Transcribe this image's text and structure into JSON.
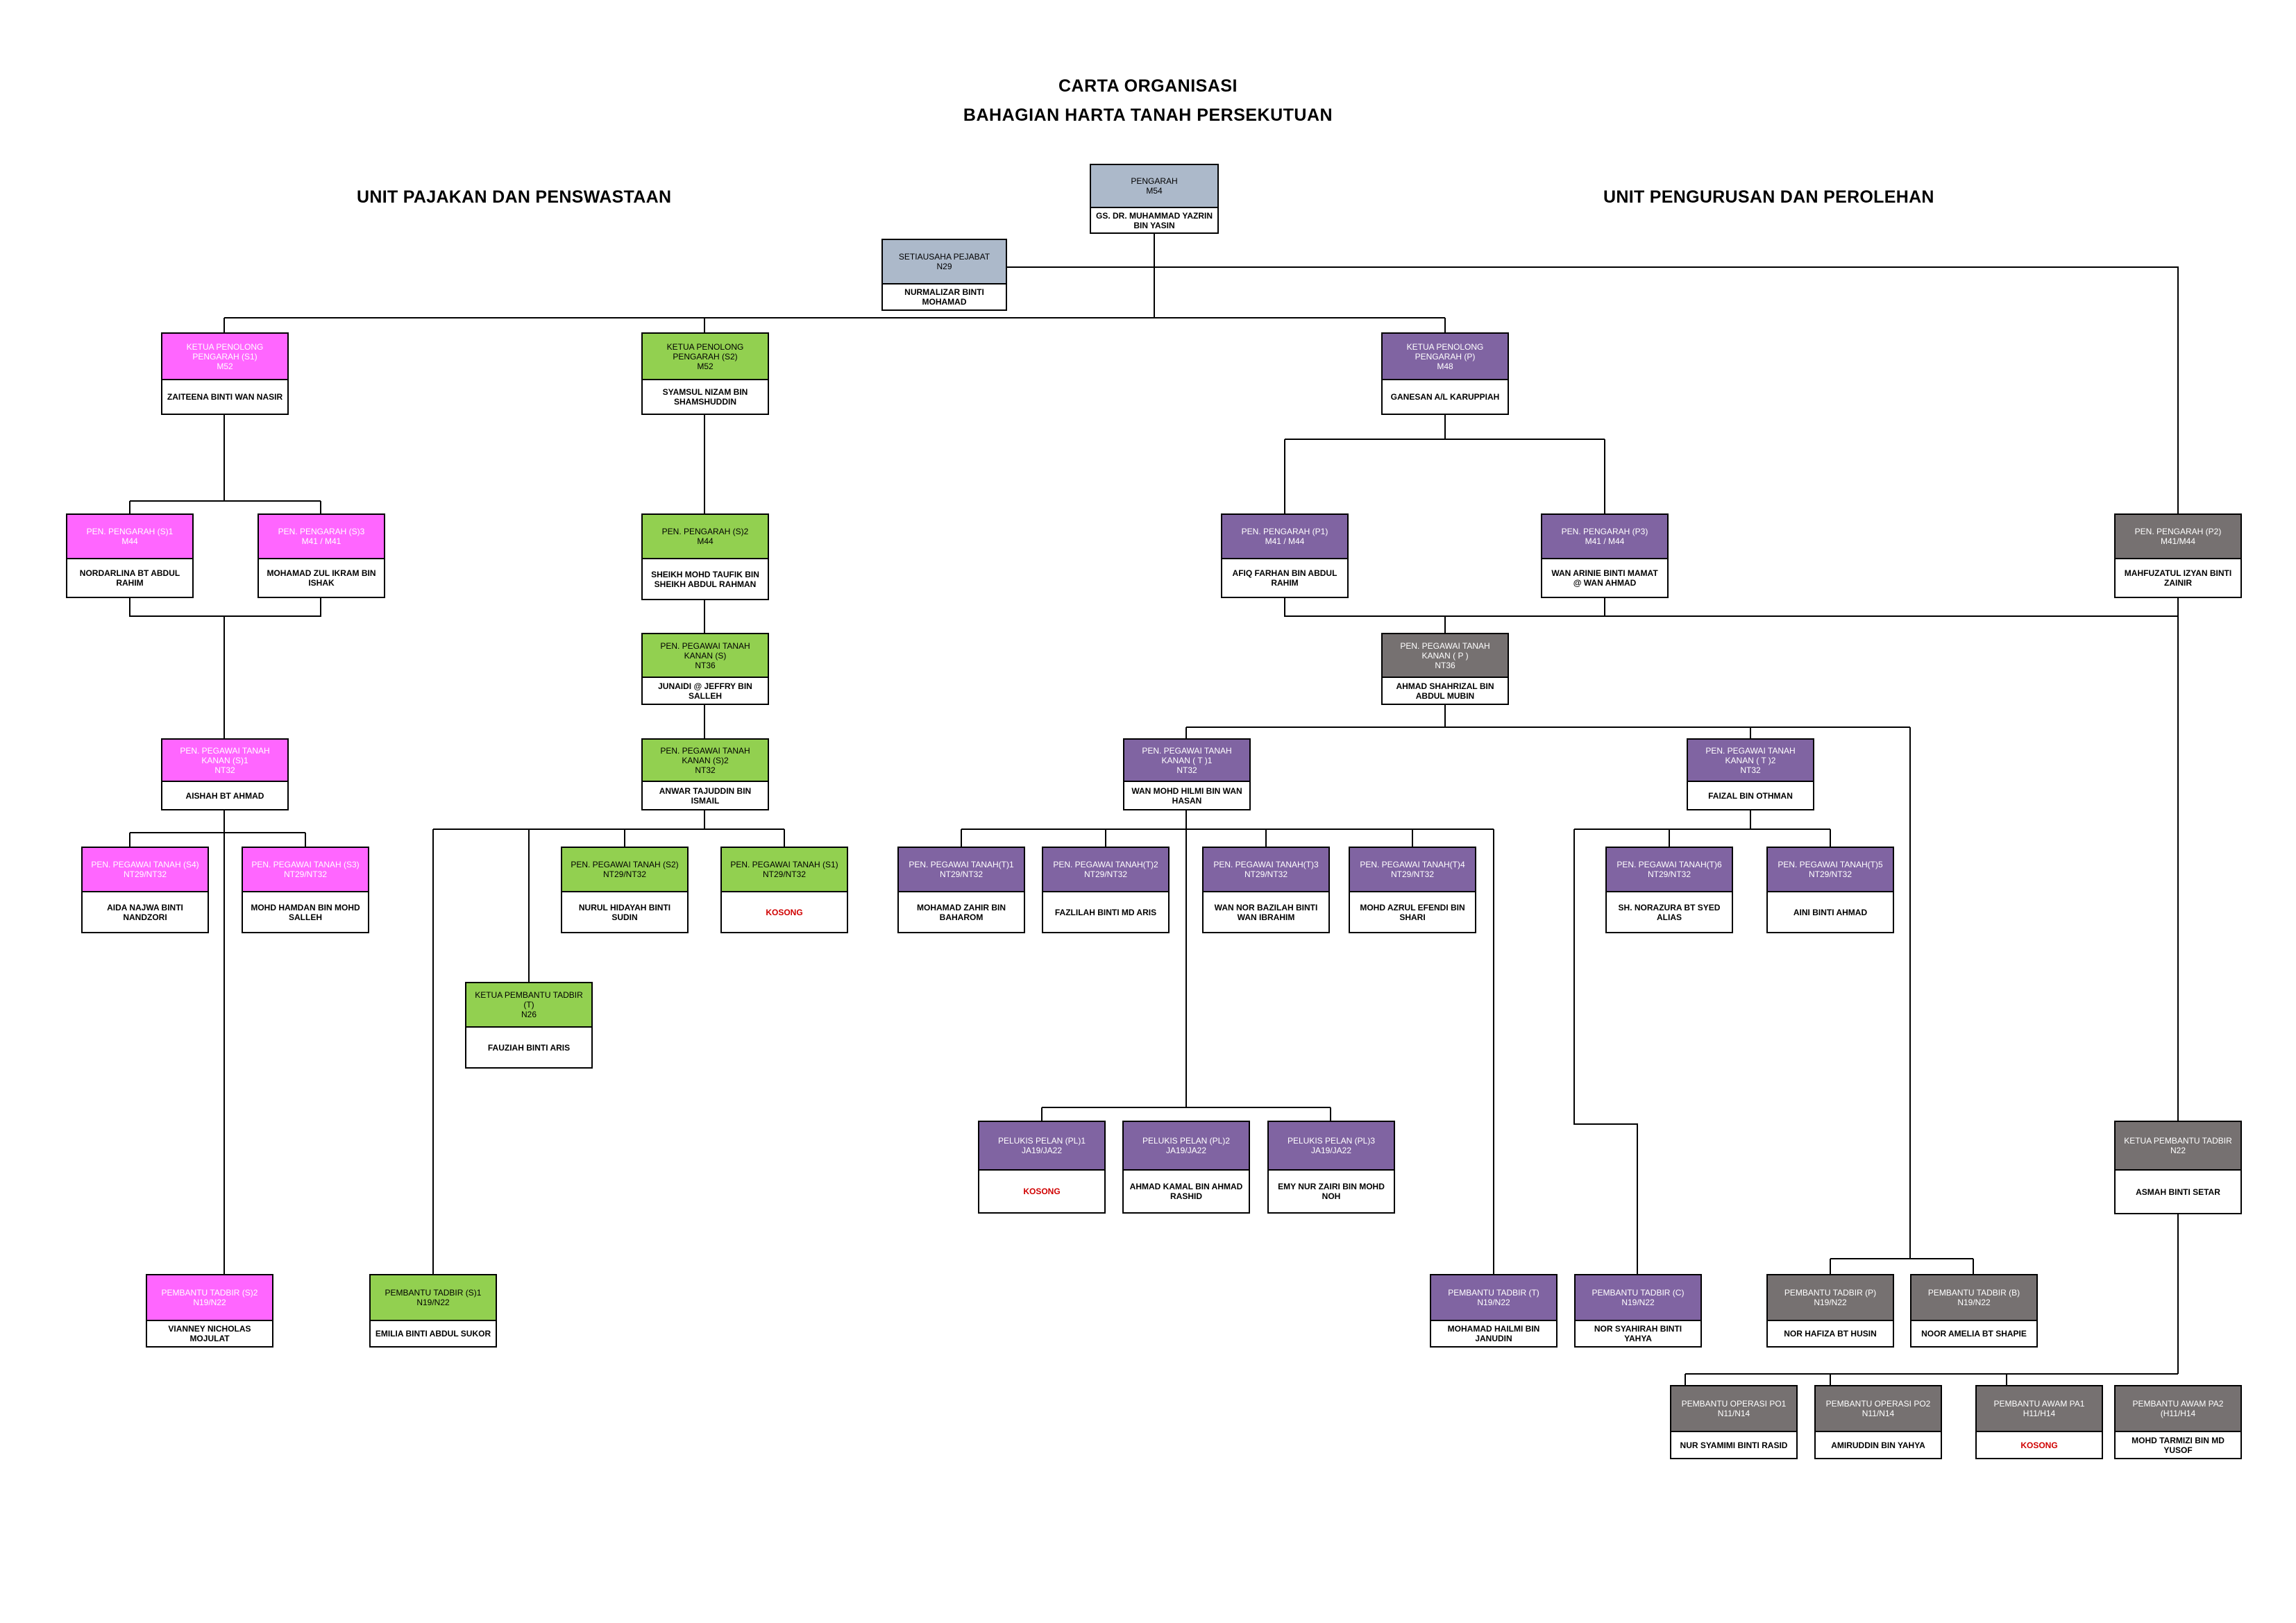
{
  "title": {
    "line1": "CARTA ORGANISASI",
    "line2": "BAHAGIAN HARTA TANAH PERSEKUTUAN"
  },
  "sections": {
    "left": "UNIT PAJAKAN DAN PENSWASTAAN",
    "right": "UNIT PENGURUSAN DAN PEROLEHAN"
  },
  "colors": {
    "pink": "#FF66FF",
    "green": "#92D050",
    "purple": "#8064A2",
    "grey": "#767171",
    "bluegrey": "#ACB9CA",
    "vacant_text": "#D00000"
  },
  "nodes": [
    {
      "id": "pengarah",
      "title": "PENGARAH",
      "grade": "M54",
      "name": "GS. DR. MUHAMMAD YAZRIN BIN YASIN",
      "color": "bluegrey"
    },
    {
      "id": "setiausaha",
      "title": "SETIAUSAHA PEJABAT",
      "grade": "N29",
      "name": "NURMALIZAR BINTI MOHAMAD",
      "color": "bluegrey"
    },
    {
      "id": "kpp_s1",
      "title": "KETUA PENOLONG PENGARAH (S1)",
      "grade": "M52",
      "name": "ZAITEENA BINTI WAN NASIR",
      "color": "pink"
    },
    {
      "id": "kpp_s2",
      "title": "KETUA PENOLONG PENGARAH (S2)",
      "grade": "M52",
      "name": "SYAMSUL NIZAM BIN SHAMSHUDDIN",
      "color": "green"
    },
    {
      "id": "kpp_p",
      "title": "KETUA PENOLONG PENGARAH (P)",
      "grade": "M48",
      "name": "GANESAN A/L KARUPPIAH",
      "color": "purple"
    },
    {
      "id": "pp_s1",
      "title": "PEN. PENGARAH (S)1",
      "grade": "M44",
      "name": "NORDARLINA BT ABDUL RAHIM",
      "color": "pink"
    },
    {
      "id": "pp_s3",
      "title": "PEN. PENGARAH (S)3",
      "grade": "M41 / M41",
      "name": "MOHAMAD ZUL IKRAM BIN ISHAK",
      "color": "pink"
    },
    {
      "id": "pp_s2",
      "title": "PEN. PENGARAH (S)2",
      "grade": "M44",
      "name": "SHEIKH MOHD TAUFIK BIN SHEIKH ABDUL RAHMAN",
      "color": "green"
    },
    {
      "id": "pp_p1",
      "title": "PEN. PENGARAH (P1)",
      "grade": "M41 / M44",
      "name": "AFIQ FARHAN BIN ABDUL RAHIM",
      "color": "purple"
    },
    {
      "id": "pp_p3",
      "title": "PEN. PENGARAH (P3)",
      "grade": "M41 / M44",
      "name": "WAN ARINIE BINTI MAMAT @ WAN AHMAD",
      "color": "purple"
    },
    {
      "id": "pp_p2",
      "title": "PEN. PENGARAH (P2)",
      "grade": "M41/M44",
      "name": "MAHFUZATUL IZYAN BINTI ZAINIR",
      "color": "grey"
    },
    {
      "id": "ptk_s",
      "title": "PEN. PEGAWAI TANAH KANAN (S)",
      "grade": "NT36",
      "name": "JUNAIDI @ JEFFRY BIN SALLEH",
      "color": "green"
    },
    {
      "id": "ptk_p",
      "title": "PEN. PEGAWAI TANAH KANAN ( P )",
      "grade": "NT36",
      "name": "AHMAD SHAHRIZAL BIN ABDUL MUBIN",
      "color": "grey"
    },
    {
      "id": "ptk_s1",
      "title": "PEN. PEGAWAI TANAH KANAN (S)1",
      "grade": "NT32",
      "name": "AISHAH BT AHMAD",
      "color": "pink"
    },
    {
      "id": "ptk_s2",
      "title": "PEN. PEGAWAI TANAH KANAN (S)2",
      "grade": "NT32",
      "name": "ANWAR TAJUDDIN BIN ISMAIL",
      "color": "green"
    },
    {
      "id": "ptk_t1",
      "title": "PEN. PEGAWAI TANAH KANAN ( T )1",
      "grade": "NT32",
      "name": "WAN MOHD HILMI BIN WAN HASAN",
      "color": "purple"
    },
    {
      "id": "ptk_t2",
      "title": "PEN. PEGAWAI TANAH KANAN ( T )2",
      "grade": "NT32",
      "name": "FAIZAL BIN OTHMAN",
      "color": "purple"
    },
    {
      "id": "pt_s4",
      "title": "PEN. PEGAWAI TANAH (S4)",
      "grade": "NT29/NT32",
      "name": "AIDA NAJWA BINTI NANDZORI",
      "color": "pink"
    },
    {
      "id": "pt_s3",
      "title": "PEN. PEGAWAI TANAH (S3)",
      "grade": "NT29/NT32",
      "name": "MOHD HAMDAN BIN MOHD SALLEH",
      "color": "pink"
    },
    {
      "id": "pt_s2",
      "title": "PEN. PEGAWAI TANAH (S2)",
      "grade": "NT29/NT32",
      "name": "NURUL HIDAYAH BINTI SUDIN",
      "color": "green"
    },
    {
      "id": "pt_s1",
      "title": "PEN. PEGAWAI TANAH (S1)",
      "grade": "NT29/NT32",
      "name": "KOSONG",
      "color": "green",
      "vacant": true
    },
    {
      "id": "pt_t1",
      "title": "PEN. PEGAWAI TANAH(T)1",
      "grade": "NT29/NT32",
      "name": "MOHAMAD ZAHIR BIN BAHAROM",
      "color": "purple"
    },
    {
      "id": "pt_t2",
      "title": "PEN. PEGAWAI TANAH(T)2",
      "grade": "NT29/NT32",
      "name": "FAZLILAH BINTI MD ARIS",
      "color": "purple"
    },
    {
      "id": "pt_t3",
      "title": "PEN. PEGAWAI TANAH(T)3",
      "grade": "NT29/NT32",
      "name": "WAN NOR BAZILAH BINTI WAN IBRAHIM",
      "color": "purple"
    },
    {
      "id": "pt_t4",
      "title": "PEN. PEGAWAI TANAH(T)4",
      "grade": "NT29/NT32",
      "name": "MOHD AZRUL EFENDI BIN SHARI",
      "color": "purple"
    },
    {
      "id": "pt_t6",
      "title": "PEN. PEGAWAI TANAH(T)6",
      "grade": "NT29/NT32",
      "name": "SH. NORAZURA BT SYED ALIAS",
      "color": "purple"
    },
    {
      "id": "pt_t5",
      "title": "PEN. PEGAWAI TANAH(T)5",
      "grade": "NT29/NT32",
      "name": "AINI BINTI AHMAD",
      "color": "purple"
    },
    {
      "id": "kpt_t",
      "title": "KETUA PEMBANTU TADBIR (T)",
      "grade": "N26",
      "name": "FAUZIAH BINTI ARIS",
      "color": "green"
    },
    {
      "id": "pel_1",
      "title": "PELUKIS PELAN (PL)1",
      "grade": "JA19/JA22",
      "name": "KOSONG",
      "color": "purple",
      "vacant": true
    },
    {
      "id": "pel_2",
      "title": "PELUKIS PELAN (PL)2",
      "grade": "JA19/JA22",
      "name": "AHMAD KAMAL BIN AHMAD RASHID",
      "color": "purple"
    },
    {
      "id": "pel_3",
      "title": "PELUKIS PELAN (PL)3",
      "grade": "JA19/JA22",
      "name": "EMY NUR ZAIRI BIN MOHD NOH",
      "color": "purple"
    },
    {
      "id": "kpt_p2",
      "title": "KETUA PEMBANTU TADBIR",
      "grade": "N22",
      "name": "ASMAH BINTI SETAR",
      "color": "grey"
    },
    {
      "id": "pt_s2b",
      "title": "PEMBANTU TADBIR (S)2",
      "grade": "N19/N22",
      "name": "VIANNEY NICHOLAS MOJULAT",
      "color": "pink"
    },
    {
      "id": "pt_s1b",
      "title": "PEMBANTU TADBIR (S)1",
      "grade": "N19/N22",
      "name": "EMILIA BINTI ABDUL SUKOR",
      "color": "green"
    },
    {
      "id": "ptb_t",
      "title": "PEMBANTU TADBIR (T)",
      "grade": "N19/N22",
      "name": "MOHAMAD HAILMI BIN JANUDIN",
      "color": "purple"
    },
    {
      "id": "ptb_c",
      "title": "PEMBANTU TADBIR (C)",
      "grade": "N19/N22",
      "name": "NOR SYAHIRAH BINTI YAHYA",
      "color": "purple"
    },
    {
      "id": "ptb_p",
      "title": "PEMBANTU TADBIR (P)",
      "grade": "N19/N22",
      "name": "NOR HAFIZA BT HUSIN",
      "color": "grey"
    },
    {
      "id": "ptb_b",
      "title": "PEMBANTU TADBIR (B)",
      "grade": "N19/N22",
      "name": "NOOR AMELIA BT SHAPIE",
      "color": "grey"
    },
    {
      "id": "po1",
      "title": "PEMBANTU OPERASI PO1",
      "grade": "N11/N14",
      "name": "NUR SYAMIMI BINTI RASID",
      "color": "grey"
    },
    {
      "id": "po2",
      "title": "PEMBANTU OPERASI PO2",
      "grade": "N11/N14",
      "name": "AMIRUDDIN BIN YAHYA",
      "color": "grey"
    },
    {
      "id": "pa1",
      "title": "PEMBANTU AWAM PA1",
      "grade": "H11/H14",
      "name": "KOSONG",
      "color": "grey",
      "vacant": true
    },
    {
      "id": "pa2",
      "title": "PEMBANTU AWAM PA2",
      "grade": "(H11/H14",
      "name": "MOHD TARMIZI BIN MD YUSOF",
      "color": "grey"
    }
  ]
}
